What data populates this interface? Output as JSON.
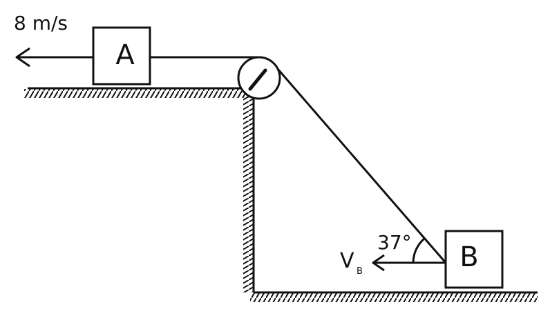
{
  "diagram": {
    "block_a": {
      "label": "A"
    },
    "block_b": {
      "label": "B"
    },
    "velocity_a": {
      "label": "8 m/s"
    },
    "velocity_b": {
      "symbol": "V",
      "subscript": "B"
    },
    "angle": {
      "label": "37°"
    }
  },
  "colors": {
    "ink": "#111111",
    "background": "#ffffff"
  }
}
